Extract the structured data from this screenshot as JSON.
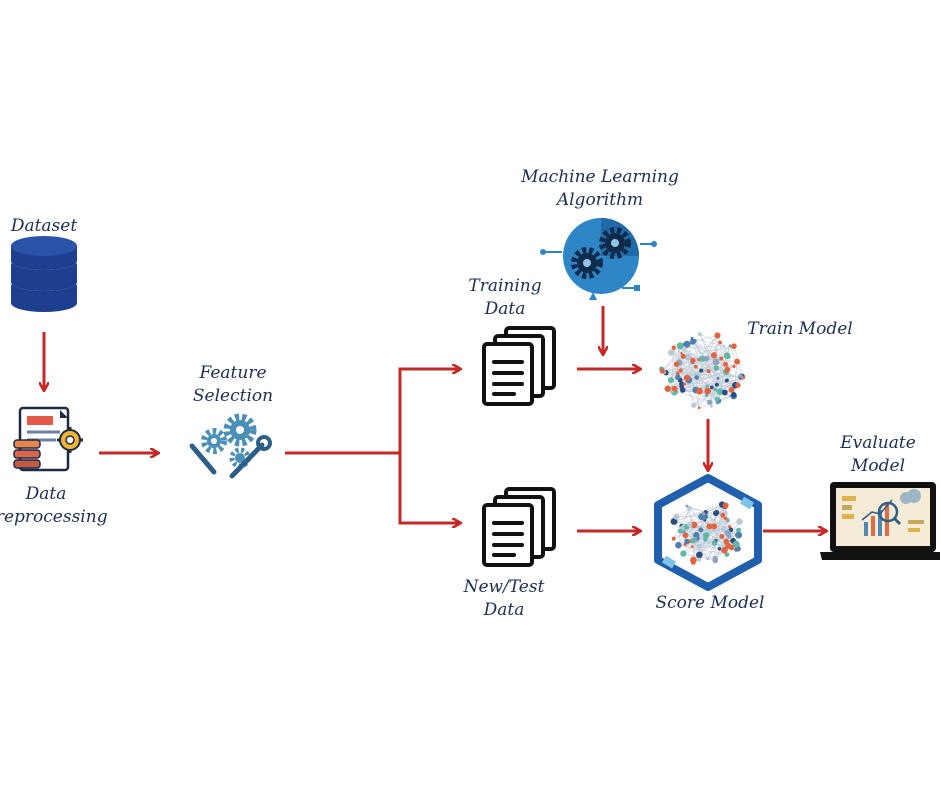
{
  "colors": {
    "arrow": "#c62828",
    "label": "#1c2f54",
    "database": "#1e3f8f",
    "gear": "#4a8fb8",
    "ml_circle": "#2f86c6",
    "hexagon": "#1f5fad",
    "document": "#111111"
  },
  "nodes": {
    "dataset": {
      "label": "Dataset",
      "icon": "database-icon"
    },
    "preprocessing": {
      "line1": "Data",
      "line2": "Preprocessing",
      "icon": "document-gear-icon"
    },
    "feature_selection": {
      "line1": "Feature",
      "line2": "Selection",
      "icon": "gears-tools-icon"
    },
    "training_data": {
      "line1": "Training",
      "line2": "Data",
      "icon": "documents-stack-icon"
    },
    "test_data": {
      "line1": "New/Test",
      "line2": "Data",
      "icon": "documents-stack-icon"
    },
    "ml_algorithm": {
      "line1": "Machine Learning",
      "line2": "Algorithm",
      "icon": "ml-gears-icon"
    },
    "train_model": {
      "label": "Train Model",
      "icon": "network-cloud-icon"
    },
    "score_model": {
      "label": "Score Model",
      "icon": "hexagon-network-icon"
    },
    "evaluate_model": {
      "line1": "Evaluate",
      "line2": "Model",
      "icon": "laptop-analytics-icon"
    }
  },
  "edges": [
    {
      "from": "dataset",
      "to": "preprocessing"
    },
    {
      "from": "preprocessing",
      "to": "feature_selection"
    },
    {
      "from": "feature_selection",
      "to": "training_data"
    },
    {
      "from": "feature_selection",
      "to": "test_data"
    },
    {
      "from": "training_data",
      "to": "train_model"
    },
    {
      "from": "ml_algorithm",
      "to": "train_model"
    },
    {
      "from": "train_model",
      "to": "score_model"
    },
    {
      "from": "test_data",
      "to": "score_model"
    },
    {
      "from": "score_model",
      "to": "evaluate_model"
    }
  ]
}
